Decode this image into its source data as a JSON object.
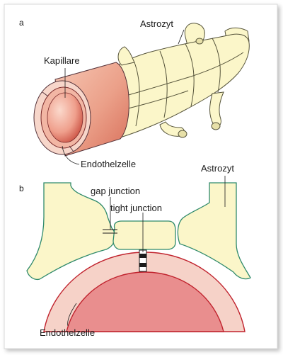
{
  "panels": {
    "a": {
      "letter": "a",
      "labels": {
        "astrocyte": "Astrozyt",
        "capillary": "Kapillare",
        "endothelial": "Endothelzelle"
      }
    },
    "b": {
      "letter": "b",
      "labels": {
        "astrocyte": "Astrozyt",
        "gap_junction": "gap junction",
        "tight_junction": "tight junction",
        "endothelial": "Endothelzelle"
      }
    }
  },
  "colors": {
    "astrocyte_fill": "#fbf6c9",
    "cell_outline": "#2f8a6b",
    "endothelium_fill": "#f6d2c8",
    "lumen_fill": "#e98e8e",
    "vessel_outline": "#c0222d",
    "background": "#ffffff"
  }
}
